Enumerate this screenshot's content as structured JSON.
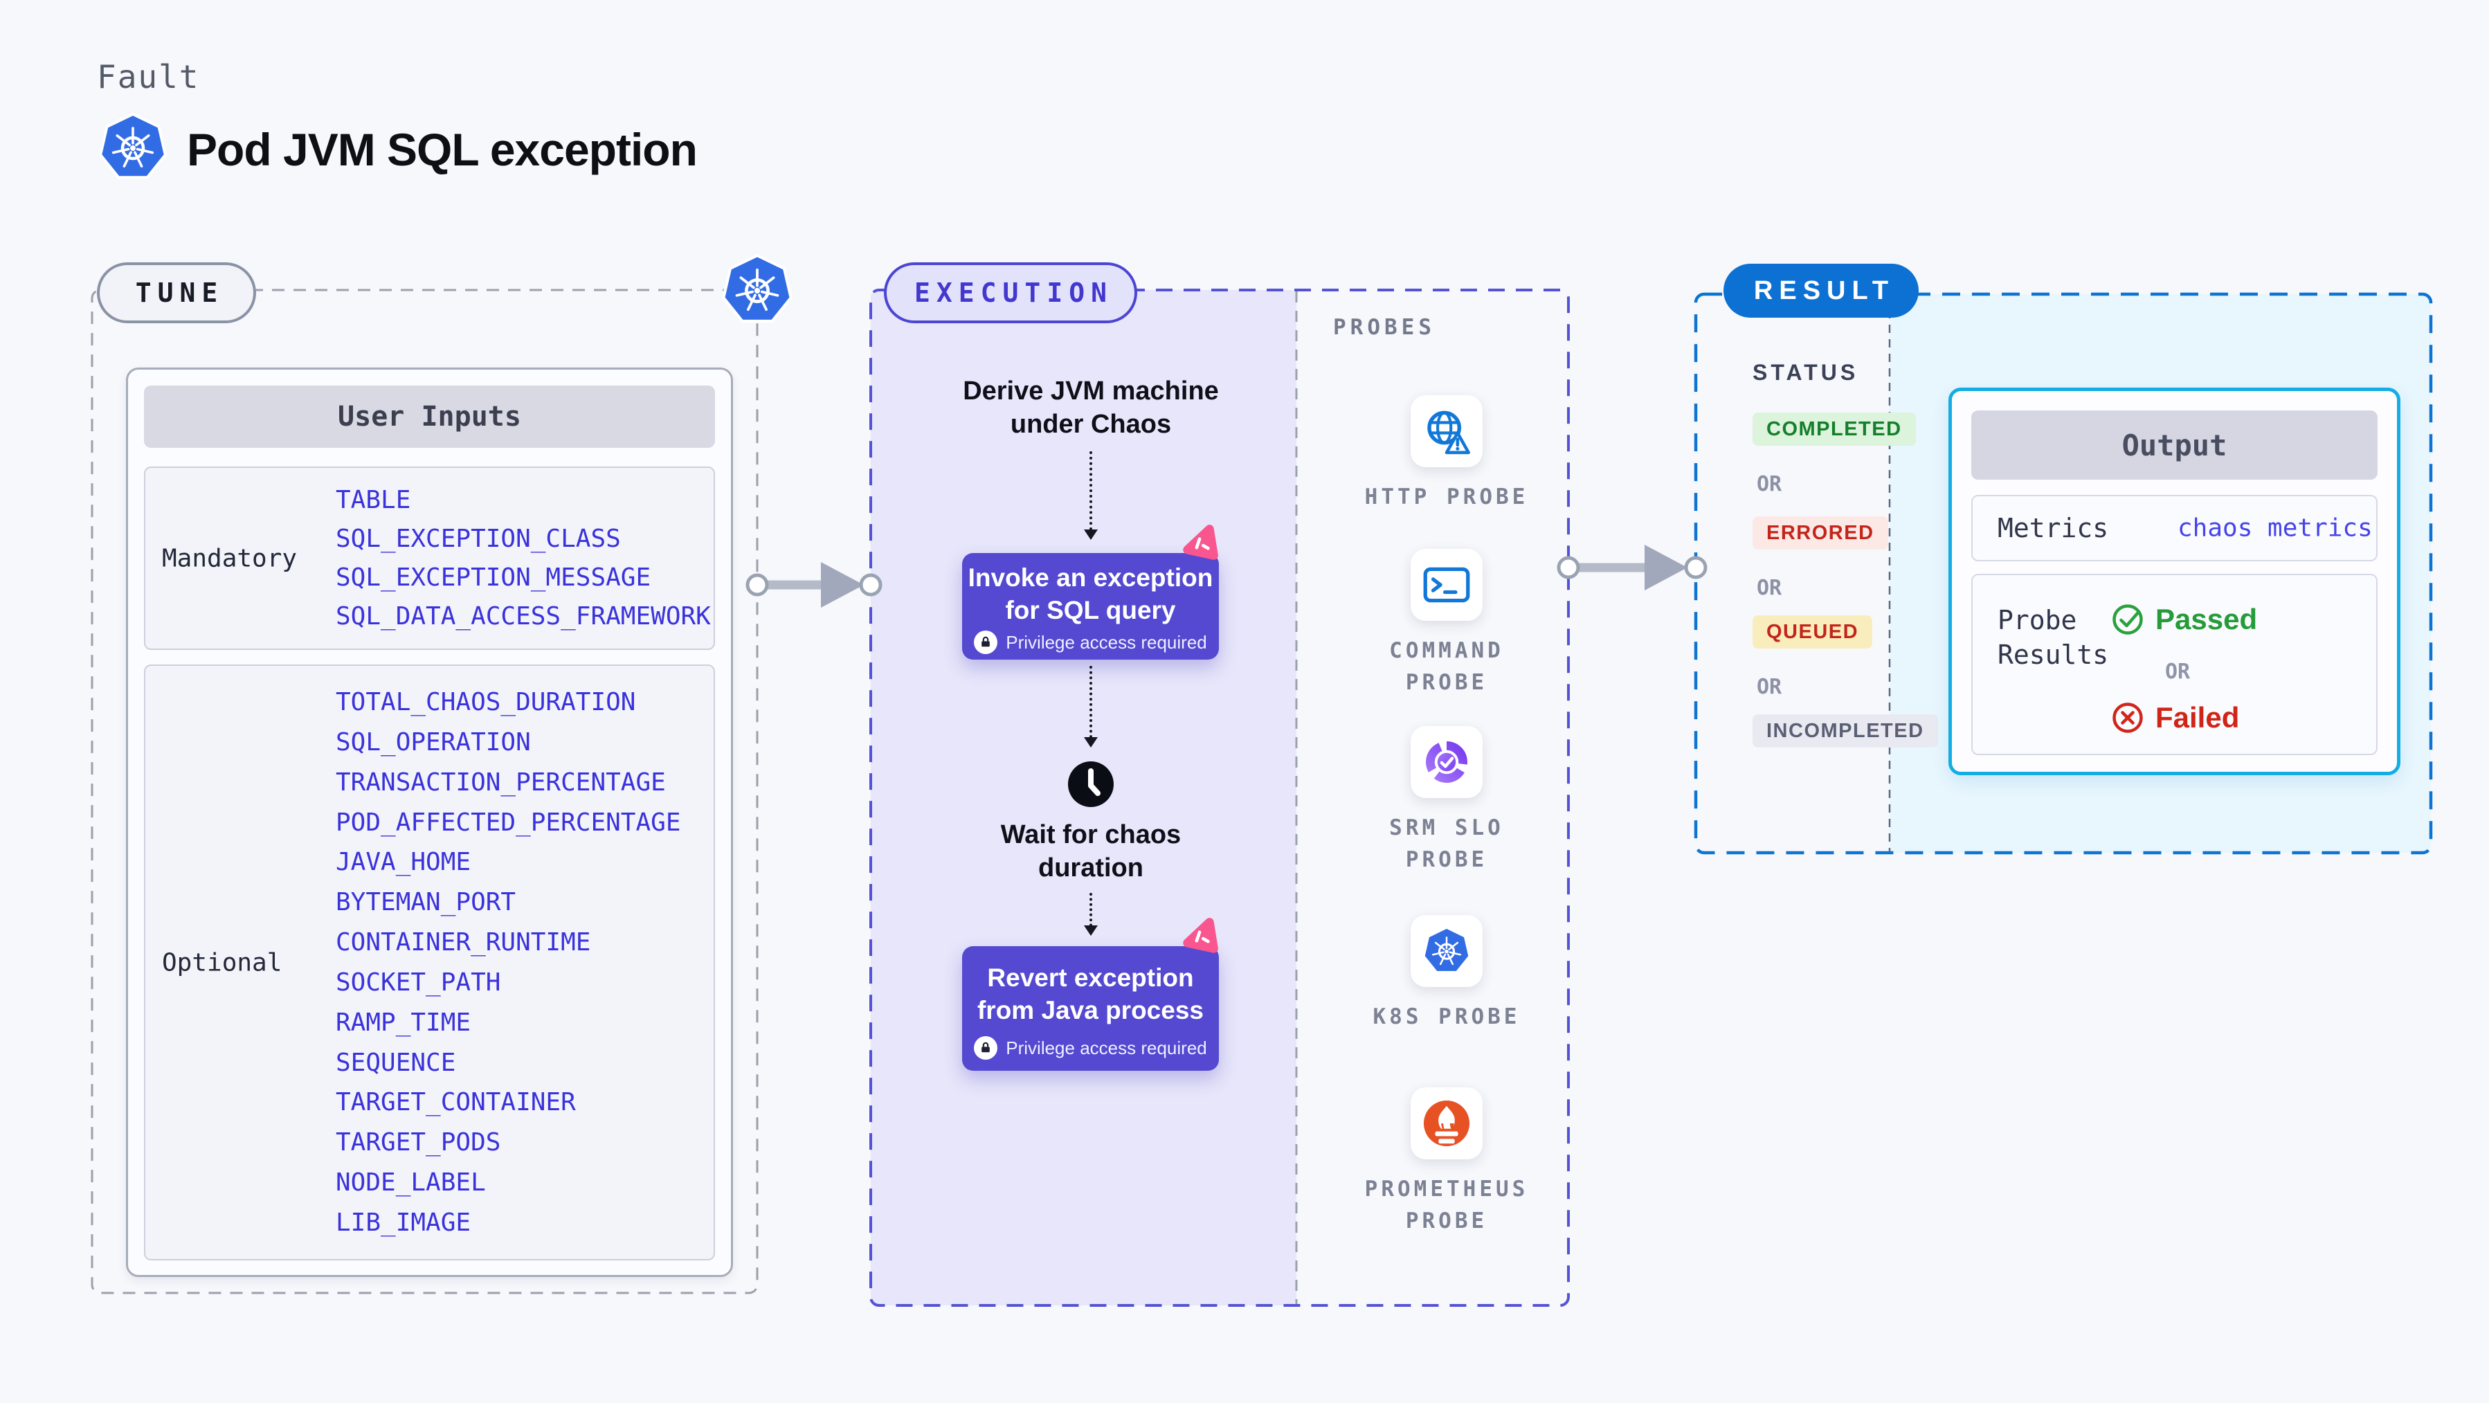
{
  "header": {
    "eyebrow": "Fault",
    "title": "Pod JVM SQL exception"
  },
  "tune": {
    "badge": "TUNE",
    "panel_title": "User Inputs",
    "mandatory_label": "Mandatory",
    "mandatory_items": [
      "TABLE",
      "SQL_EXCEPTION_CLASS",
      "SQL_EXCEPTION_MESSAGE",
      "SQL_DATA_ACCESS_FRAMEWORK"
    ],
    "optional_label": "Optional",
    "optional_items": [
      "TOTAL_CHAOS_DURATION",
      "SQL_OPERATION",
      "TRANSACTION_PERCENTAGE",
      "POD_AFFECTED_PERCENTAGE",
      "JAVA_HOME",
      "BYTEMAN_PORT",
      "CONTAINER_RUNTIME",
      "SOCKET_PATH",
      "RAMP_TIME",
      "SEQUENCE",
      "TARGET_CONTAINER",
      "TARGET_PODS",
      "NODE_LABEL",
      "LIB_IMAGE"
    ]
  },
  "execution": {
    "badge": "EXECUTION",
    "derive_line1": "Derive JVM machine",
    "derive_line2": "under Chaos",
    "invoke_line1": "Invoke an exception",
    "invoke_line2": "for SQL query",
    "privilege_note": "Privilege access required",
    "wait_line1": "Wait for chaos",
    "wait_line2": "duration",
    "revert_line1": "Revert exception",
    "revert_line2": "from Java process"
  },
  "probes": {
    "heading": "PROBES",
    "items": [
      {
        "icon": "http-probe-icon",
        "line1": "HTTP PROBE",
        "line2": ""
      },
      {
        "icon": "command-probe-icon",
        "line1": "COMMAND",
        "line2": "PROBE"
      },
      {
        "icon": "srm-slo-probe-icon",
        "line1": "SRM SLO",
        "line2": "PROBE"
      },
      {
        "icon": "k8s-probe-icon",
        "line1": "K8S PROBE",
        "line2": ""
      },
      {
        "icon": "prometheus-probe-icon",
        "line1": "PROMETHEUS",
        "line2": "PROBE"
      }
    ]
  },
  "result": {
    "badge": "RESULT",
    "status_heading": "STATUS",
    "or": "OR",
    "statuses": [
      {
        "label": "COMPLETED"
      },
      {
        "label": "ERRORED"
      },
      {
        "label": "QUEUED"
      },
      {
        "label": "INCOMPLETED"
      }
    ],
    "output": {
      "title": "Output",
      "metrics_label": "Metrics",
      "metrics_value": "chaos metrics",
      "probe_results_line1": "Probe",
      "probe_results_line2": "Results",
      "passed": "Passed",
      "or": "OR",
      "failed": "Failed"
    }
  },
  "colors": {
    "accent_indigo": "#5552d5",
    "accent_blue": "#0d74d1",
    "node_purple": "#5449d0",
    "param_blue": "#3a32dc",
    "k8s_blue": "#326ce5",
    "prometheus_orange": "#e75225",
    "chaos_pink": "#f9558e",
    "completed_green": "#157f2b",
    "error_red": "#c3251a",
    "output_border_cyan": "#13ade4"
  }
}
